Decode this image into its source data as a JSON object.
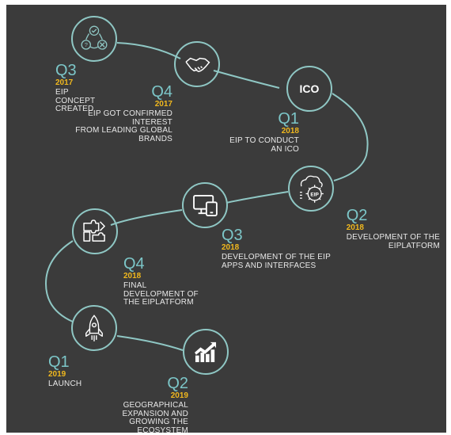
{
  "milestones": [
    {
      "quarter": "Q3",
      "year": "2017",
      "desc": "EIP\nCONCEPT\nCREATED",
      "icon": "concept-cycle-icon"
    },
    {
      "quarter": "Q4",
      "year": "2017",
      "desc": "EIP GOT CONFIRMED\nINTEREST\nFROM LEADING GLOBAL\nBRANDS",
      "icon": "handshake-icon"
    },
    {
      "quarter": "Q1",
      "year": "2018",
      "desc": "EIP TO CONDUCT\nAN ICO",
      "icon": "ico-badge",
      "icon_text": "ICO"
    },
    {
      "quarter": "Q2",
      "year": "2018",
      "desc": "DEVELOPMENT OF THE\nEIPLATFORM",
      "icon": "cloud-gear-icon",
      "icon_text": "EIP"
    },
    {
      "quarter": "Q3",
      "year": "2018",
      "desc": "DEVELOPMENT OF THE EIP\nAPPS AND INTERFACES",
      "icon": "devices-icon"
    },
    {
      "quarter": "Q4",
      "year": "2018",
      "desc": "FINAL\nDEVELOPMENT OF\nTHE EIPLATFORM",
      "icon": "puzzle-icon"
    },
    {
      "quarter": "Q1",
      "year": "2019",
      "desc": "LAUNCH",
      "icon": "rocket-icon"
    },
    {
      "quarter": "Q2",
      "year": "2019",
      "desc": "GEOGRAPHICAL\nEXPANSION AND\nGROWING THE\nECOSYSTEM",
      "icon": "growth-chart-icon"
    }
  ],
  "colors": {
    "background": "#3b3b3b",
    "accent": "#8fc7c4",
    "quarter": "#7cc6c8",
    "year": "#f0b81e",
    "text": "#e8e8e8"
  }
}
